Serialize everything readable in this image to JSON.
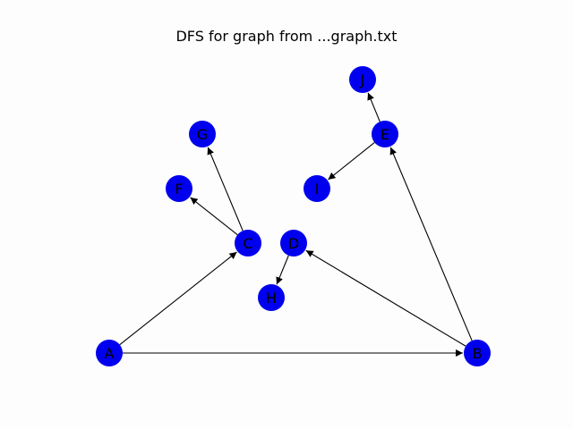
{
  "title": "DFS for graph from ...graph.txt",
  "colors": {
    "node_fill": "#0000ee",
    "edge": "#000000",
    "label": "#000000",
    "background": "#fdfdfd"
  },
  "nodes": [
    {
      "id": "A",
      "label": "A"
    },
    {
      "id": "B",
      "label": "B"
    },
    {
      "id": "C",
      "label": "C"
    },
    {
      "id": "D",
      "label": "D"
    },
    {
      "id": "E",
      "label": "E"
    },
    {
      "id": "F",
      "label": "F"
    },
    {
      "id": "G",
      "label": "G"
    },
    {
      "id": "H",
      "label": "H"
    },
    {
      "id": "I",
      "label": "I"
    },
    {
      "id": "J",
      "label": "J"
    }
  ],
  "edges": [
    {
      "from": "A",
      "to": "B"
    },
    {
      "from": "A",
      "to": "C"
    },
    {
      "from": "B",
      "to": "D"
    },
    {
      "from": "B",
      "to": "E"
    },
    {
      "from": "C",
      "to": "F"
    },
    {
      "from": "C",
      "to": "G"
    },
    {
      "from": "D",
      "to": "H"
    },
    {
      "from": "E",
      "to": "I"
    },
    {
      "from": "E",
      "to": "J"
    }
  ]
}
